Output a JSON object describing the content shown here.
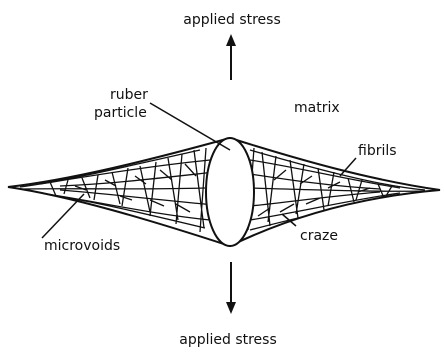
{
  "labels": {
    "applied_stress_top": "applied stress",
    "applied_stress_bottom": "applied stress",
    "rubber_particle_line1": "ruber",
    "rubber_particle_line2": "particle",
    "matrix": "matrix",
    "fibrils": "fibrils",
    "microvoids": "microvoids",
    "craze": "craze"
  },
  "colors": {
    "ink": "#111111",
    "background": "#ffffff"
  }
}
